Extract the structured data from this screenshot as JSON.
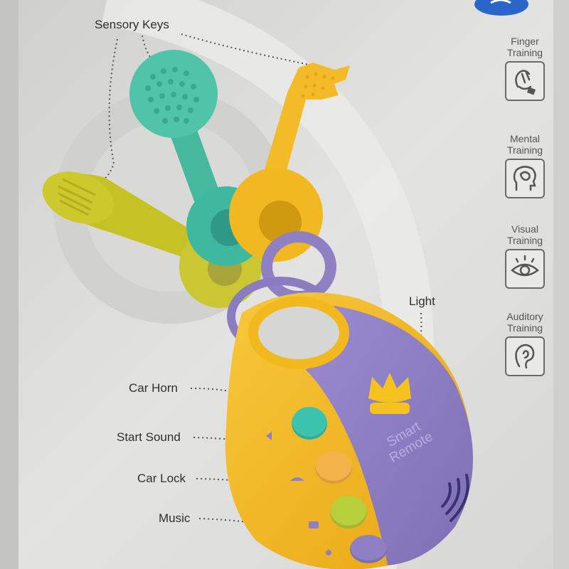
{
  "callouts": {
    "sensory_keys": "Sensory Keys",
    "light": "Light",
    "car_horn": "Car Horn",
    "start_sound": "Start Sound",
    "car_lock": "Car Lock",
    "music": "Music"
  },
  "remote_text": {
    "line1": "Smart",
    "line2": "Remote"
  },
  "features": [
    {
      "line1": "Finger",
      "line2": "Training",
      "icon": "hand-press-icon"
    },
    {
      "line1": "Mental",
      "line2": "Training",
      "icon": "brain-head-icon"
    },
    {
      "line1": "Visual",
      "line2": "Training",
      "icon": "eye-icon"
    },
    {
      "line1": "Auditory",
      "line2": "Training",
      "icon": "ear-icon"
    }
  ],
  "colors": {
    "box_background": "#dcdcda",
    "remote_yellow": "#f2b91e",
    "remote_purple": "#8d7ec0",
    "key_teal": "#4ec2a8",
    "key_yellow": "#f3bd2a",
    "key_olive": "#c8c428",
    "button_teal": "#3cc3ae",
    "button_orange": "#f4b34a",
    "button_green": "#b7cf3a",
    "button_purple": "#8f7fc4"
  }
}
